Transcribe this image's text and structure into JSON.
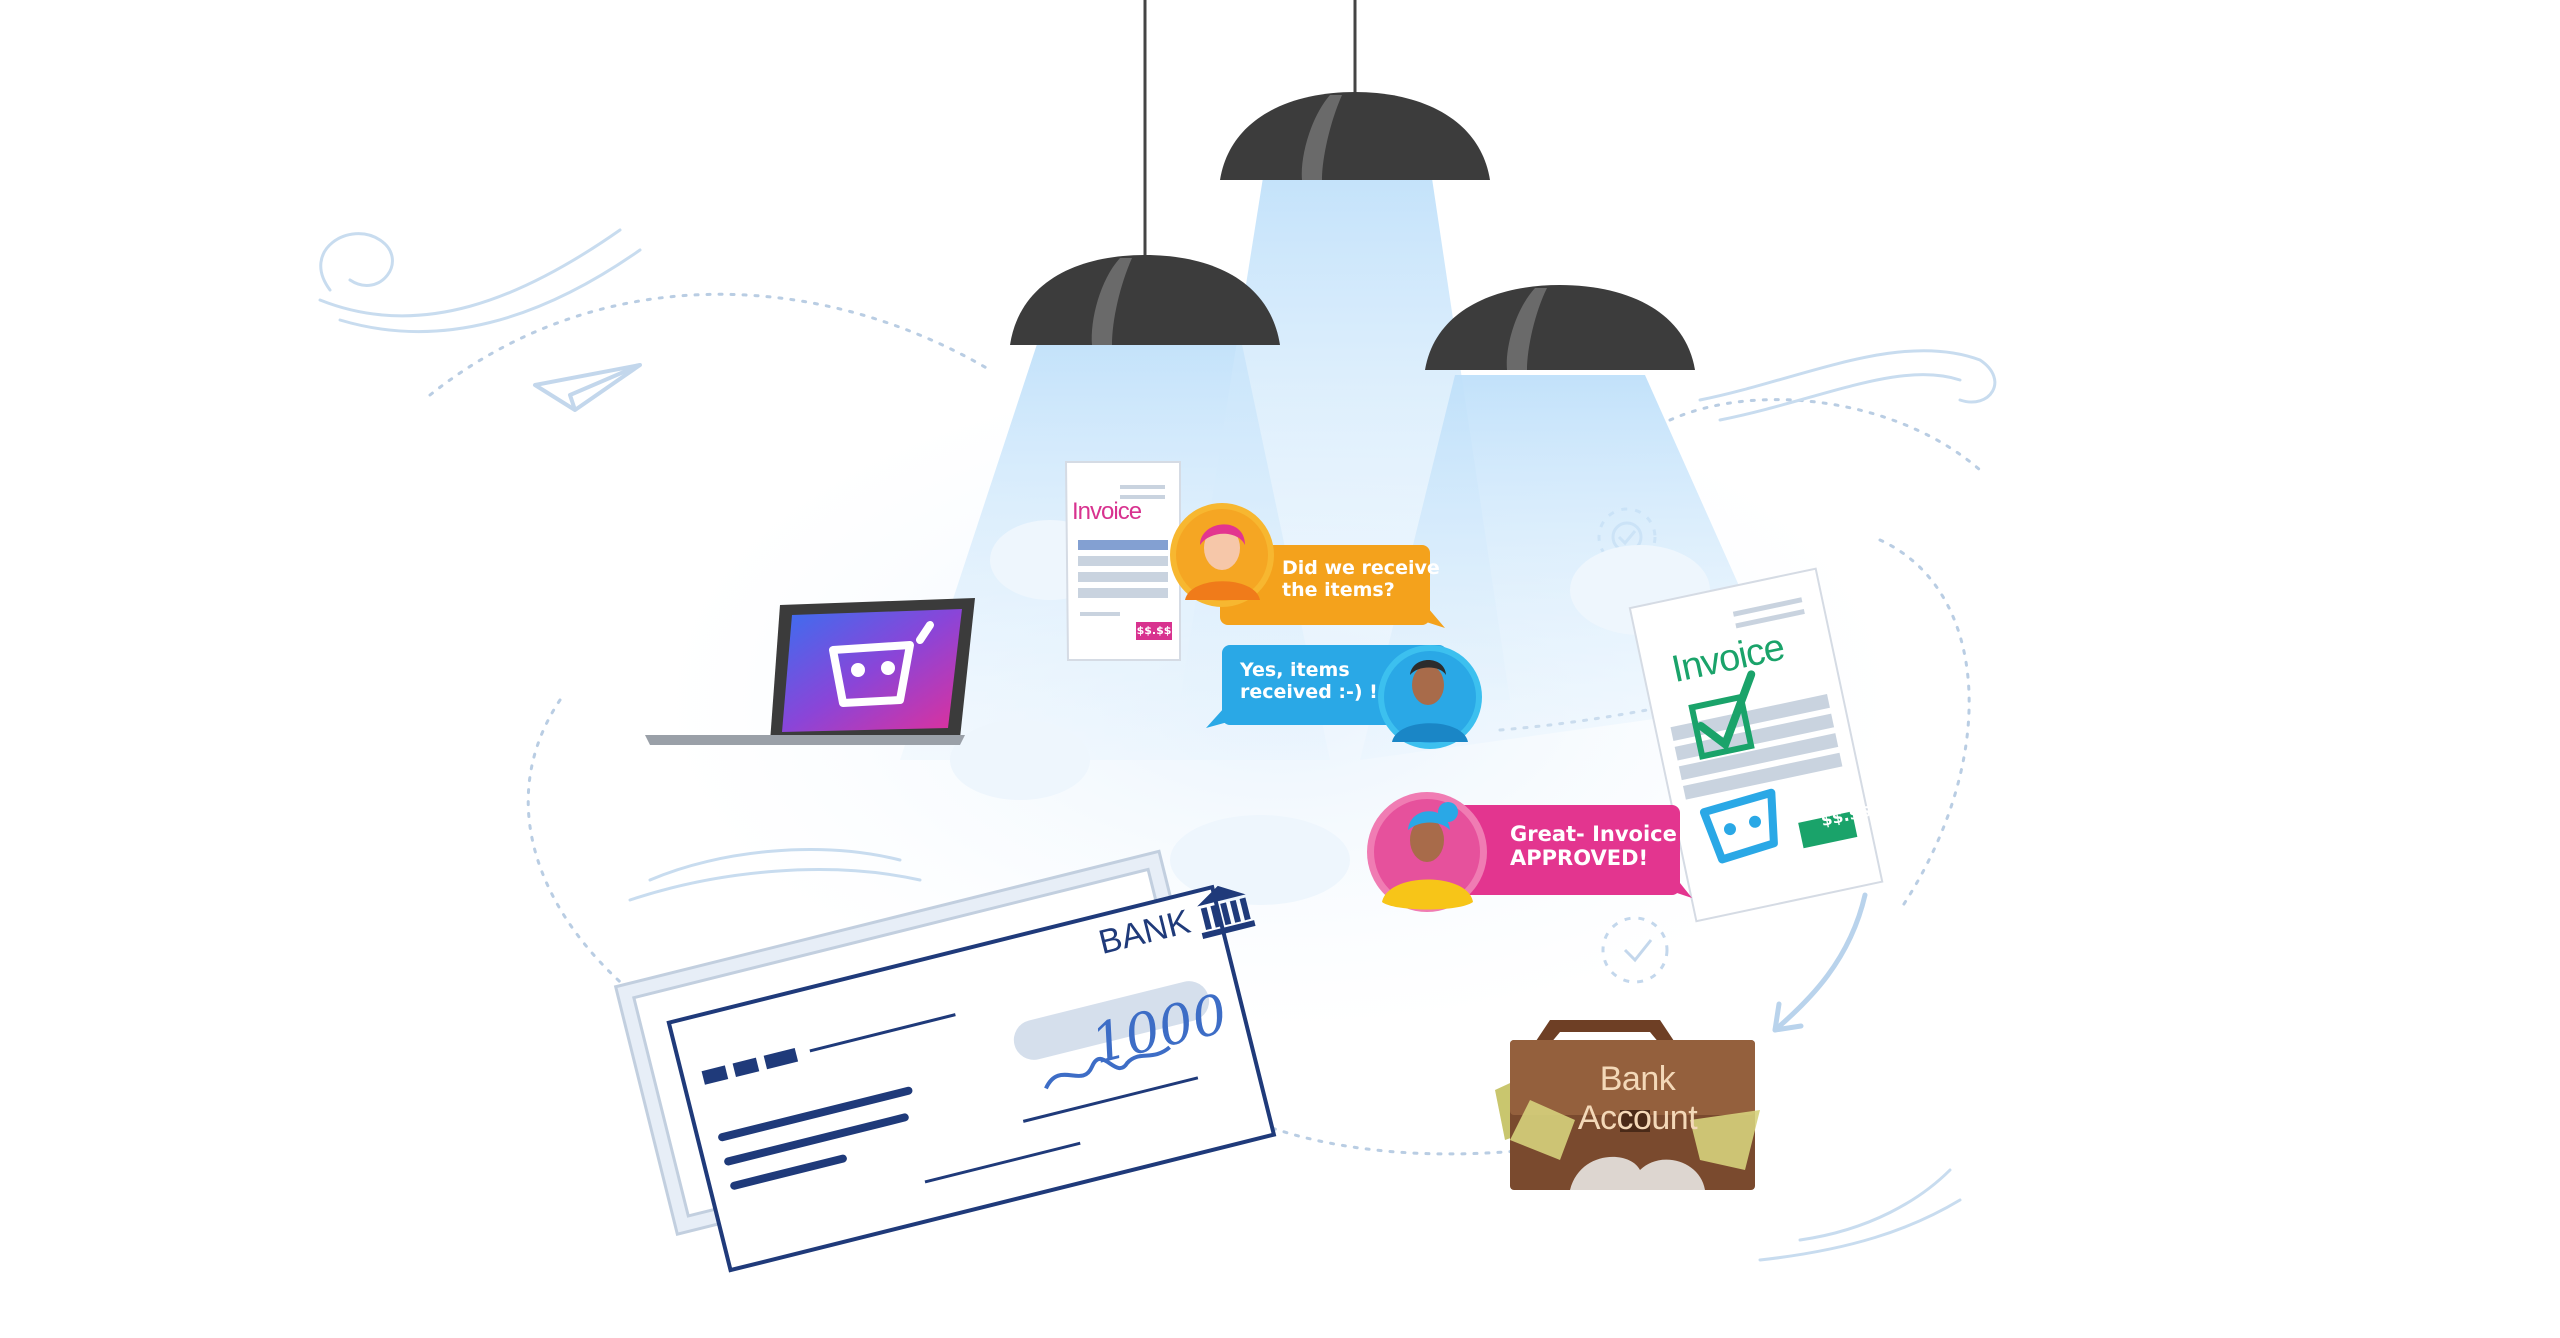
{
  "colors": {
    "lamp": "#3c3c3c",
    "light_beam": "#cfe8fb",
    "navy": "#1f3a7a",
    "orange": "#f4a21c",
    "blue": "#2aa8e6",
    "pink": "#e3358f",
    "invoice_pink": "#d8328f",
    "invoice_green": "#1aa36a",
    "briefcase": "#7a4a2e"
  },
  "invoice_left": {
    "title": "Invoice",
    "price": "$$.$$"
  },
  "invoice_right": {
    "title": "Invoice",
    "price": "$$.$$"
  },
  "chat": [
    {
      "line1": "Did we receive",
      "line2": "the items?"
    },
    {
      "line1": "Yes, items",
      "line2": "received :-) !"
    },
    {
      "line1": "Great- Invoice",
      "line2": "APPROVED!"
    }
  ],
  "cheque": {
    "bank_label": "BANK",
    "amount": "1000"
  },
  "briefcase": {
    "label": "Bank Account"
  },
  "icons": {
    "laptop": "laptop-icon",
    "basket": "basket-logo-icon",
    "bank": "bank-building-icon",
    "plane": "paper-plane-icon",
    "check": "checkmark-icon"
  }
}
